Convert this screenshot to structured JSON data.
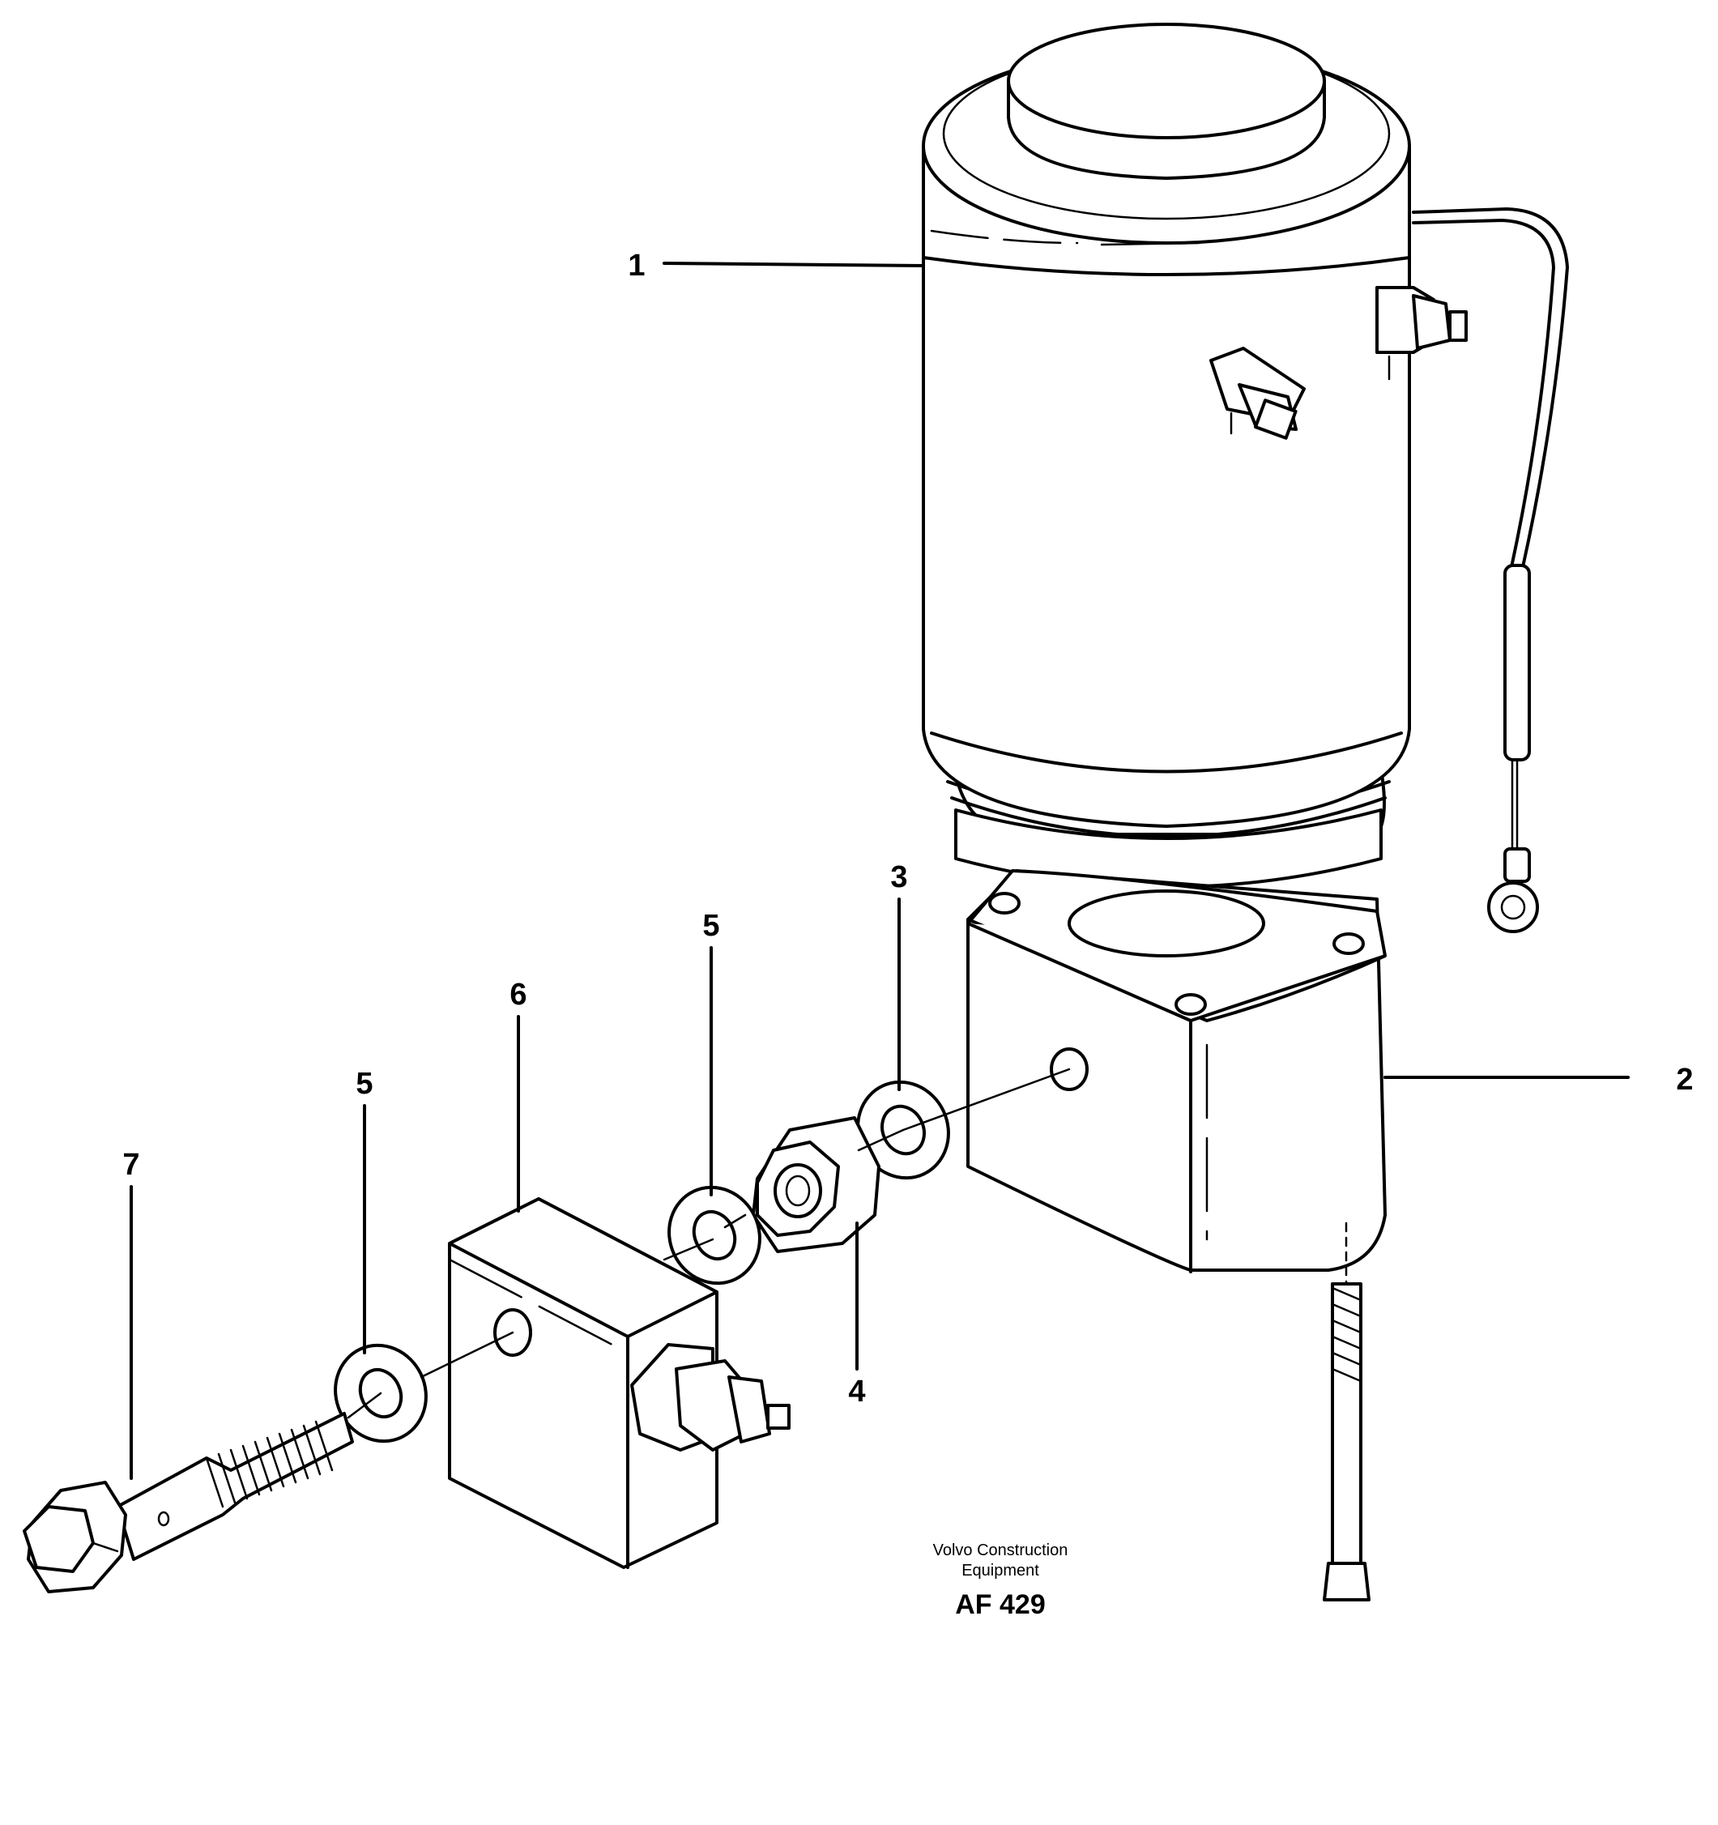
{
  "diagram": {
    "callouts": {
      "c1": "1",
      "c2": "2",
      "c3": "3",
      "c4": "4",
      "c5a": "5",
      "c5b": "5",
      "c6": "6",
      "c7": "7"
    },
    "caption": {
      "line1": "Volvo Construction",
      "line2": "Equipment",
      "code": "AF 429"
    }
  }
}
